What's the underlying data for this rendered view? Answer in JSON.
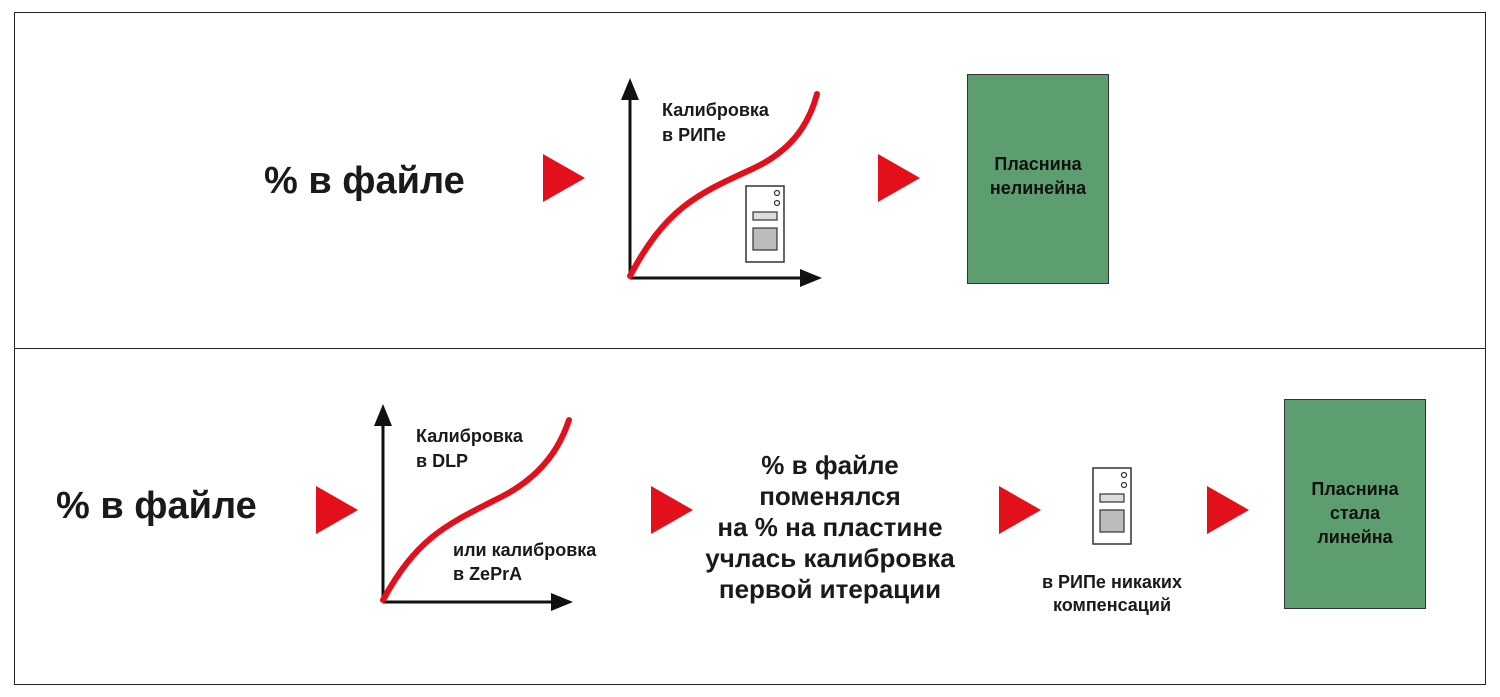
{
  "colors": {
    "arrow": "#e3101b",
    "curve": "#e3101b",
    "plate": "#5c9e70"
  },
  "top_row": {
    "file_label": "% в файле",
    "graph_label_line1": "Калибровка",
    "graph_label_line2": "в РИПе",
    "plate_line1": "Пласнина",
    "plate_line2": "нелинейна",
    "icons": [
      "arrow-right-icon",
      "calibration-curve-icon",
      "computer-tower-icon"
    ]
  },
  "bottom_row": {
    "file_label": "% в файле",
    "graph_label_line1": "Калибровка",
    "graph_label_line2": "в DLP",
    "graph_alt_line1": "или калибровка",
    "graph_alt_line2": "в ZePrA",
    "middle_lines": [
      "% в файле",
      "поменялся",
      "на % на пластине",
      "учлась калибровка",
      "первой итерации"
    ],
    "rip_line1": "в РИПе никаких",
    "rip_line2": "компенсаций",
    "plate_line1": "Пласнина",
    "plate_line2": "стала",
    "plate_line3": "линейна"
  }
}
